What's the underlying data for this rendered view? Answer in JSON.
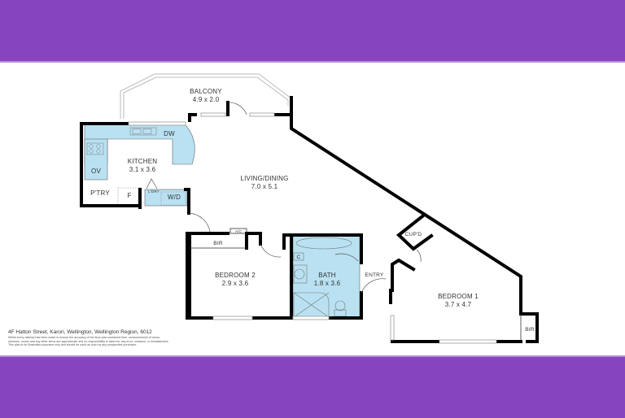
{
  "header_band": {
    "color": "#8645be"
  },
  "footer_band": {
    "color": "#8645be"
  },
  "floorplan": {
    "wall_color": "#000000",
    "wet_area_color": "#b9e1f2",
    "rooms": [
      {
        "id": "balcony",
        "name": "BALCONY",
        "size": "4.9 x 2.0"
      },
      {
        "id": "kitchen",
        "name": "KITCHEN",
        "size": "3.1 x 3.6"
      },
      {
        "id": "living",
        "name": "LIVING/DINING",
        "size": "7.0 x 5.1"
      },
      {
        "id": "bedroom2",
        "name": "BEDROOM 2",
        "size": "2.9 x 3.6"
      },
      {
        "id": "bath",
        "name": "BATH",
        "size": "1.8 x 3.6"
      },
      {
        "id": "bedroom1",
        "name": "BEDROOM 1",
        "size": "3.7 x 4.7"
      }
    ],
    "fixtures": {
      "dw": "DW",
      "ov": "OV",
      "pantry": "P'TRY",
      "fridge": "F",
      "laundry": "L'DRY",
      "washer_dryer": "W/D",
      "ac": "A/C",
      "bir_bed2": "BIR",
      "bir_bed1": "BIR",
      "cupboard": "CUP'D",
      "cabinet": "C",
      "entry": "ENTRY"
    }
  },
  "footer": {
    "address": "4F Hatton Street, Karori, Wellington, Wellington Region, 6012",
    "disclaimer_1": "Whilst every attempt has been made to ensure the accuracy of the floor plan contained here, measurements of doors,",
    "disclaimer_2": "windows, rooms and any other items are approximate and no responsibility is taken for any error, omission, or misstatement.",
    "disclaimer_3": "This plan is for illustrative purposes only and should be used as such by any prospective purchaser."
  }
}
